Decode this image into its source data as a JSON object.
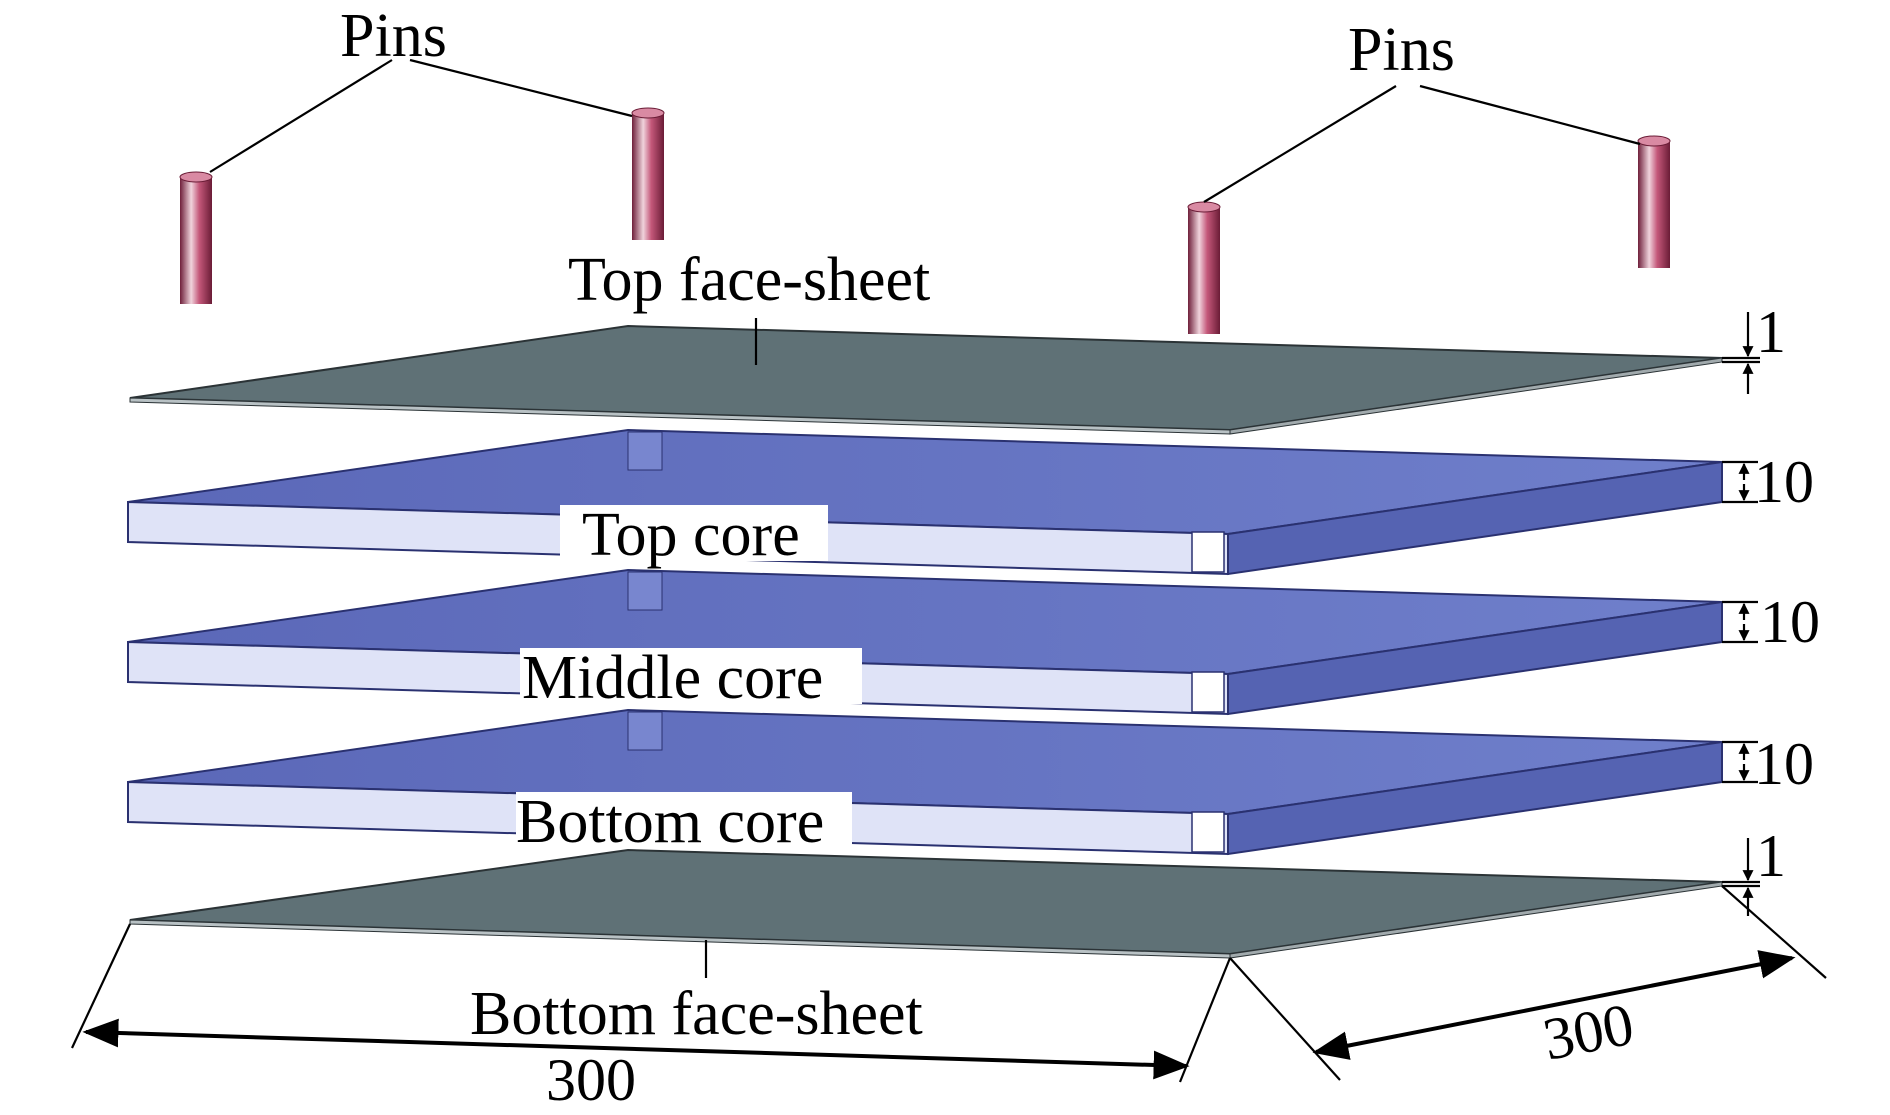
{
  "labels": {
    "pins_left": "Pins",
    "pins_right": "Pins",
    "top_face_sheet": "Top face-sheet",
    "top_core": "Top core",
    "middle_core": "Middle core",
    "bottom_core": "Bottom core",
    "bottom_face_sheet": "Bottom face-sheet"
  },
  "dimensions": {
    "top_sheet_thickness": "1",
    "top_core_thickness": "10",
    "middle_core_thickness": "10",
    "bottom_core_thickness": "10",
    "bottom_sheet_thickness": "1",
    "length": "300",
    "width": "300"
  },
  "colors": {
    "face_sheet": "#5f7176",
    "core_top": "#6474c0",
    "core_side_front": "#dfe3f7",
    "core_side_right": "#5563b2",
    "pin": "#b3476a"
  }
}
